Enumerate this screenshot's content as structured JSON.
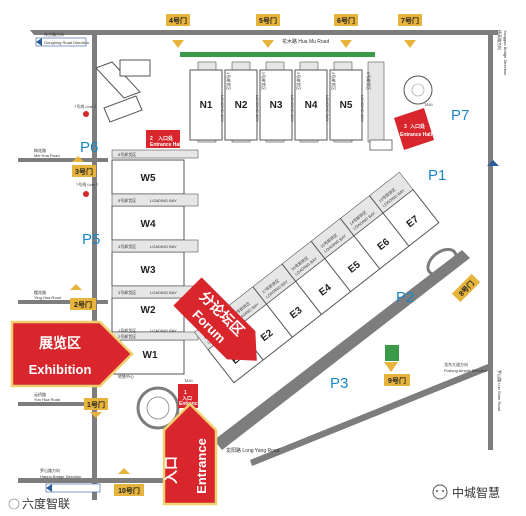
{
  "colors": {
    "hall_fill": "#ffffff",
    "hall_stroke": "#555555",
    "dock_fill": "#e6e6e6",
    "road": "#7d7d7d",
    "parking_text": "#1a86c8",
    "gate": "#e6b43c",
    "callout_red": "#d8262c",
    "callout_border": "#f0d070",
    "green": "#3a9a4a"
  },
  "gates_top": [
    {
      "id": "gate-4",
      "label": "4号门"
    },
    {
      "id": "gate-5",
      "label": "5号门"
    },
    {
      "id": "gate-6",
      "label": "6号门"
    },
    {
      "id": "gate-7",
      "label": "7号门"
    }
  ],
  "gates_other": [
    {
      "id": "gate-3",
      "label": "3号门"
    },
    {
      "id": "gate-2",
      "label": "2号门"
    },
    {
      "id": "gate-1",
      "label": "1号门"
    },
    {
      "id": "gate-10",
      "label": "10号门"
    },
    {
      "id": "gate-9",
      "label": "9号门"
    },
    {
      "id": "gate-8",
      "label": "8号门"
    }
  ],
  "north_halls": [
    "N1",
    "N2",
    "N3",
    "N4",
    "N5"
  ],
  "north_dock_labels": [
    "1号卸货区",
    "2号卸货区",
    "3号卸货区",
    "4号卸货区",
    "5号卸货区"
  ],
  "loading_bay": "LOADING BAY",
  "west_halls": [
    "W5",
    "W4",
    "W3",
    "W2",
    "W1"
  ],
  "west_dock_labels": [
    "5号卸货区",
    "4号卸货区",
    "3号卸货区",
    "2号卸货区",
    "1号卸货区"
  ],
  "west_upper_dock_label": "6号卸货区",
  "east_halls": [
    "E7",
    "E6",
    "E5",
    "E4",
    "E3",
    "E2",
    "E1"
  ],
  "east_dock_labels": [
    "13号卸货区",
    "14号卸货区",
    "15号卸货区",
    "16号卸货区",
    "17号卸货区",
    "18号卸货区",
    "19号卸货区"
  ],
  "parking": [
    "P1",
    "P2",
    "P3",
    "P5",
    "P6",
    "P7"
  ],
  "entrances": {
    "e2_num": "2",
    "e3_num": "3",
    "e1_num": "1",
    "entrance_cn": "入口处",
    "entrance_en": "Entrance Hall",
    "e1_cn": "入口",
    "e1_en": "Entrance",
    "taxi": "TAXI"
  },
  "roads": {
    "huaxiu": "花木路 Hua Mu Road",
    "gongbing_cn": "东方路方向",
    "gongbing_en": "Gongbing Road Direction",
    "meihua_cn": "梅花路",
    "meihua_en": "Mei Hua Road",
    "yinghua_cn": "樱花路",
    "yinghua_en": "Ying Hua Road",
    "yunhua_cn": "云桥路",
    "yunhua_en": "Yun Hua Road",
    "hanyu_cn": "罗山路方向",
    "hanyu_en": "Hanpu Bridge Direction",
    "longyang": "龙阳路 Long Yang Road",
    "luoshan": "罗山路 Luo Shan Road",
    "longdong_cn": "龙东大道方向",
    "longdong_en": "Pudong Airport Direction",
    "yanggao_cn": "杨高路方向",
    "yanggao_en": "Yanggao Bridge Direction"
  },
  "metro": {
    "line2": "7号线 Line 7",
    "line7": "7号线 Line 7",
    "interchange": "地铁中心"
  },
  "callouts": {
    "exhibition_cn": "展览区",
    "exhibition_en": "Exhibition",
    "forum_cn": "分论坛区",
    "forum_en": "Forum",
    "entrance_cn": "入口",
    "entrance_en": "Entrance"
  },
  "watermarks": {
    "left": "六度智联",
    "right": "中城智慧"
  }
}
